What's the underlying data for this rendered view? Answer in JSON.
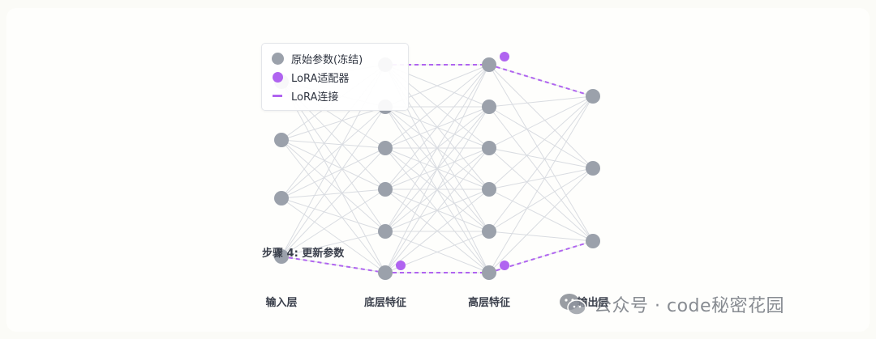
{
  "legend": {
    "frozen_params": "原始参数(冻结)",
    "lora_adapter": "LoRA适配器",
    "lora_connection": "LoRA连接"
  },
  "step_title": "步骤 4: 更新参数",
  "layers": [
    {
      "label": "输入层",
      "nodes": 4
    },
    {
      "label": "底层特征",
      "nodes": 6
    },
    {
      "label": "高层特征",
      "nodes": 6
    },
    {
      "label": "输出层",
      "nodes": 3
    }
  ],
  "lora_path": {
    "upper": [
      "底层特征-1",
      "高层特征-1",
      "输出层-1"
    ],
    "lower": [
      "输入层-4",
      "底层特征-6",
      "高层特征-6",
      "输出层-3"
    ]
  },
  "colors": {
    "frozen_node": "#9ba1ab",
    "lora_adapter": "#b064f0",
    "lora_connection": "#b064f0",
    "edge": "#d9dce1"
  },
  "watermark": {
    "text": "公众号 · code秘密花园",
    "icon": "wechat-icon"
  }
}
